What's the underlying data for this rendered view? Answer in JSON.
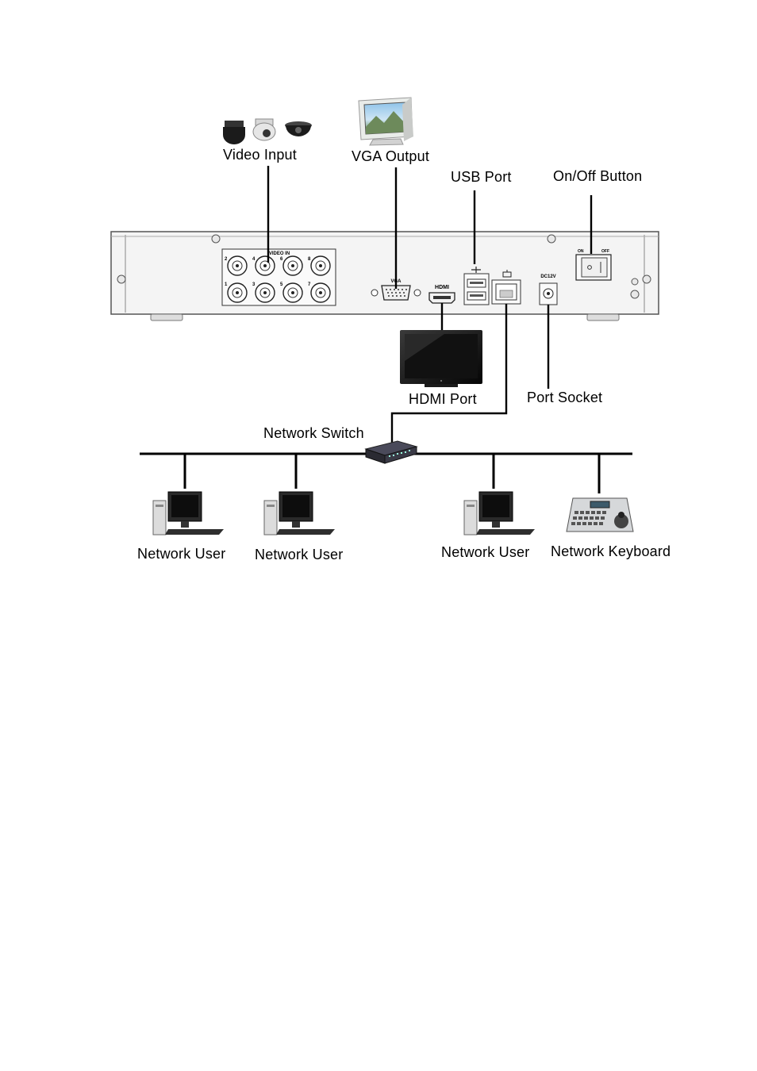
{
  "labels": {
    "video_input": "Video Input",
    "vga_output": "VGA Output",
    "usb_port": "USB Port",
    "onoff_button": "On/Off Button",
    "hdmi_port": "HDMI Port",
    "port_socket": "Port Socket",
    "network_switch": "Network Switch",
    "network_user_1": "Network User",
    "network_user_2": "Network User",
    "network_user_3": "Network User",
    "network_keyboard": "Network Keyboard"
  },
  "panel_text": {
    "video_in": "VIDEO IN",
    "vga": "VGA",
    "hdmi": "HDMI",
    "dc12v": "DC12V",
    "on": "ON",
    "off": "OFF",
    "bnc_numbers": [
      "2",
      "4",
      "6",
      "8",
      "1",
      "3",
      "5",
      "7"
    ]
  },
  "icons": [
    "camera-icon",
    "monitor-icon",
    "tv-icon",
    "switch-icon",
    "computer-icon",
    "keyboard-controller-icon"
  ]
}
